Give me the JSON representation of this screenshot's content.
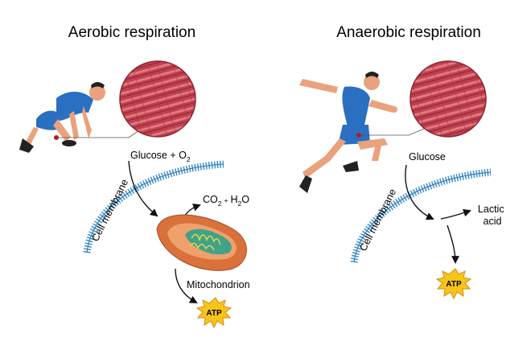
{
  "aerobic": {
    "title": "Aerobic respiration",
    "input": {
      "text": "Glucose + O",
      "sub": "2"
    },
    "output": {
      "co": "CO",
      "co_sub": "2",
      "plus": "+",
      "h": "H",
      "h_sub": "2",
      "o": "O"
    },
    "membrane_label": "Cell membrane",
    "organelle_label": "Mitochondrion",
    "product": "ATP"
  },
  "anaerobic": {
    "title": "Anaerobic respiration",
    "input": "Glucose",
    "byproduct_line1": "Lactic",
    "byproduct_line2": "acid",
    "membrane_label": "Cell membrane",
    "product": "ATP"
  },
  "colors": {
    "muscle": "#c0424f",
    "muscle_light": "#e07a80",
    "membrane": "#3c8fd0",
    "shirt": "#2a6fc1",
    "skin": "#e9a27d",
    "mito_outer": "#d9713a",
    "mito_inner": "#3fa38a",
    "atp_star": "#f7c51a"
  }
}
